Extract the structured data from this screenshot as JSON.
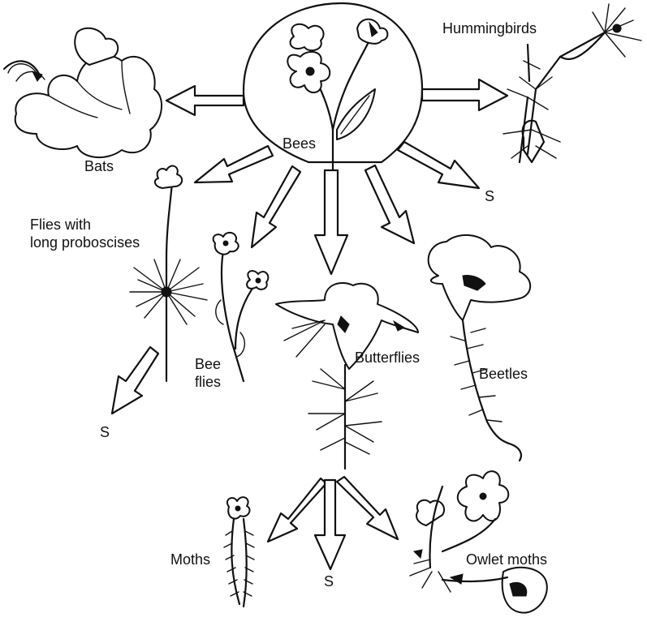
{
  "labels": {
    "bees": "Bees",
    "hummingbirds": "Hummingbirds",
    "bats": "Bats",
    "flies_line1": "Flies with",
    "flies_line2": "long proboscises",
    "bee_flies_line1": "Bee",
    "bee_flies_line2": "flies",
    "butterflies": "Butterflies",
    "beetles": "Beetles",
    "moths": "Moths",
    "owlet_moths": "Owlet moths",
    "s_right": "S",
    "s_left": "S",
    "s_bottom": "S"
  }
}
